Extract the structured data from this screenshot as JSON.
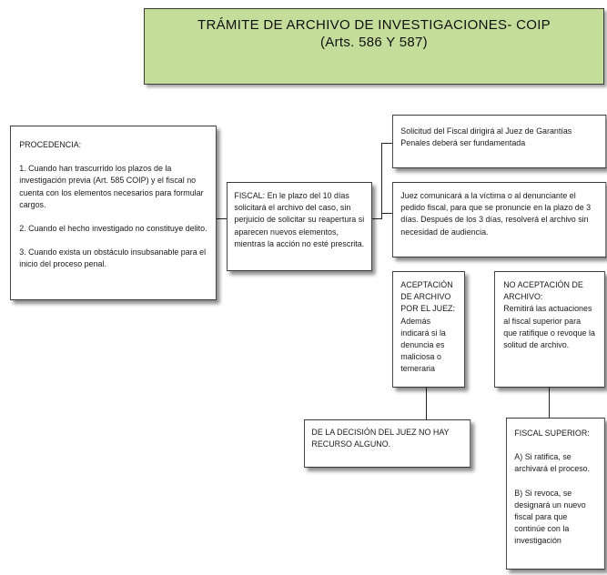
{
  "title": {
    "line1": "TRÁMITE DE ARCHIVO DE INVESTIGACIONES- COIP",
    "line2": "(Arts. 586 Y 587)"
  },
  "procedencia": {
    "heading": "PROCEDENCIA:",
    "items": [
      "1. Cuando han trascurrido los plazos de la investigación previa (Art. 585 COIP) y el fiscal no cuenta con los elementos necesarios para formular cargos.",
      "2. Cuando el hecho investigado no constituye delito.",
      "3. Cuando exista un obstáculo insubsanable para el inicio del proceso penal."
    ]
  },
  "fiscal": {
    "text": "FISCAL: En le plazo del 10 días solicitará el archivo del caso, sin perjuicio de solicitar su reapertura si aparecen nuevos elementos, mientras la acción no esté prescrita."
  },
  "solicitud": {
    "text": "Solicitud del Fiscal dirigirá al Juez de Garantías Penales deberá ser fundamentada"
  },
  "juez": {
    "text": "Juez comunicará a la víctima o al denunciante el pedido fiscal, para que se pronuncie en la plazo de 3 días. Después de los 3 días, resolverá el archivo sin necesidad de audiencia."
  },
  "aceptacion": {
    "heading": "ACEPTACIÓN DE ARCHIVO POR EL JUEZ:",
    "text": "Además indicará si la denuncia es maliciosa o temeraria"
  },
  "no_aceptacion": {
    "heading": "NO ACEPTACIÓN DE ARCHIVO:",
    "text": "Remitirá las actuaciones al fiscal superior para que ratifique o revoque la solitud de archivo."
  },
  "decision": {
    "text": "DE LA DECISIÓN DEL JUEZ NO HAY RECURSO ALGUNO."
  },
  "fiscal_superior": {
    "heading": "FISCAL SUPERIOR:",
    "option_a": "A) Si ratifica, se archivará el proceso.",
    "option_b": "B) Si revoca, se designará un nuevo fiscal para que continúe con la investigación"
  }
}
